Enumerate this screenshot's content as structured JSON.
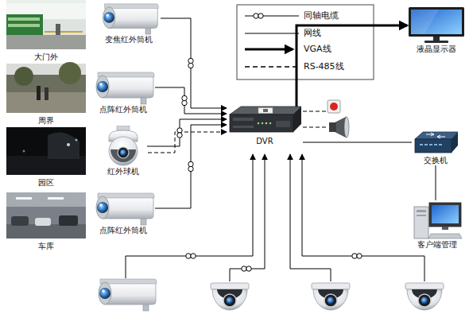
{
  "diagram": {
    "nodes": [
      {
        "text": [
          "变焦红外筒机"
        ]
      },
      {
        "text": [
          "点阵红外筒机"
        ]
      },
      {
        "text": [
          "红外球机"
        ]
      },
      {
        "text": [
          "点阵红外筒机"
        ]
      },
      {
        "text": [
          "DVR"
        ]
      },
      {
        "text": [
          "液晶显示器"
        ]
      },
      {
        "text": [
          "交换机"
        ]
      },
      {
        "text": [
          "客户端管理"
        ]
      }
    ],
    "edges": [
      {
        "from": 0,
        "to": 4,
        "arrow": "to"
      },
      {
        "from": 1,
        "to": 4,
        "arrow": "to"
      },
      {
        "from": 2,
        "to": 4,
        "arrow": "to"
      },
      {
        "from": 3,
        "to": 4,
        "arrow": "to"
      },
      {
        "from": 4,
        "to": 5,
        "arrow": "to"
      },
      {
        "from": 4,
        "to": 6,
        "arrow": "none"
      },
      {
        "from": 6,
        "to": 7,
        "arrow": "none"
      }
    ],
    "labels": [
      "大门外",
      "周界",
      "园区",
      "车库"
    ],
    "legend": [
      {
        "text": "同轴电缆"
      },
      {
        "text": "网线"
      },
      {
        "text": "VGA线"
      },
      {
        "text": "RS-485线"
      }
    ]
  }
}
